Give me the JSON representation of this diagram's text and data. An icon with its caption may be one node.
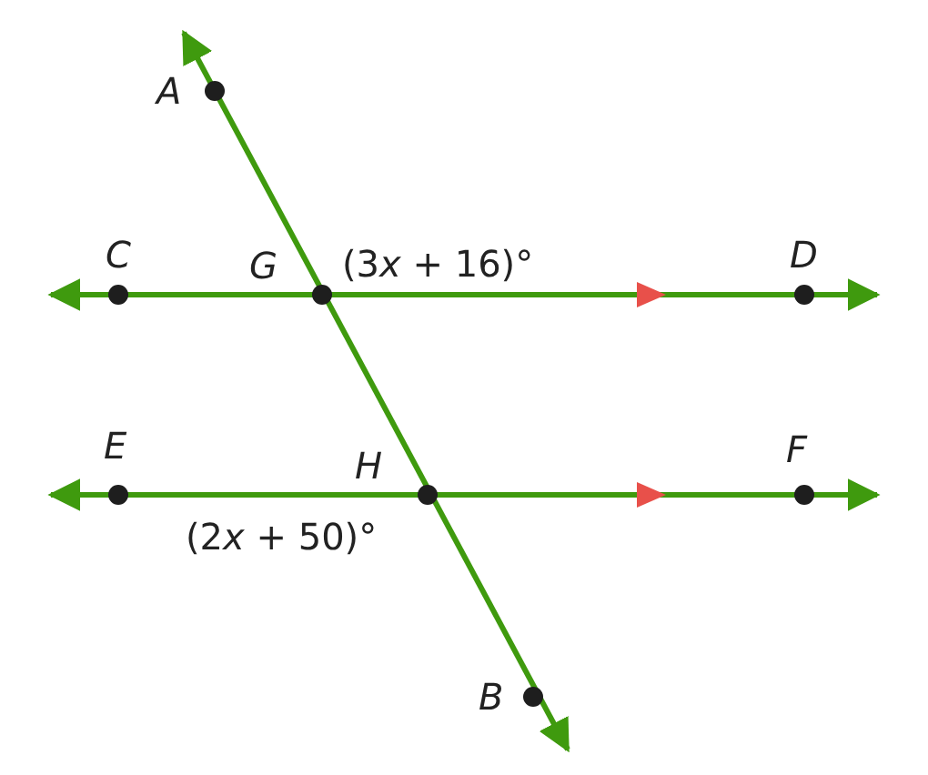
{
  "diagram": {
    "labels": [
      "A",
      "C",
      "G",
      "(3x + 16)°",
      "D",
      "E",
      "H",
      "F",
      "(2x + 50)°",
      "B"
    ]
  }
}
